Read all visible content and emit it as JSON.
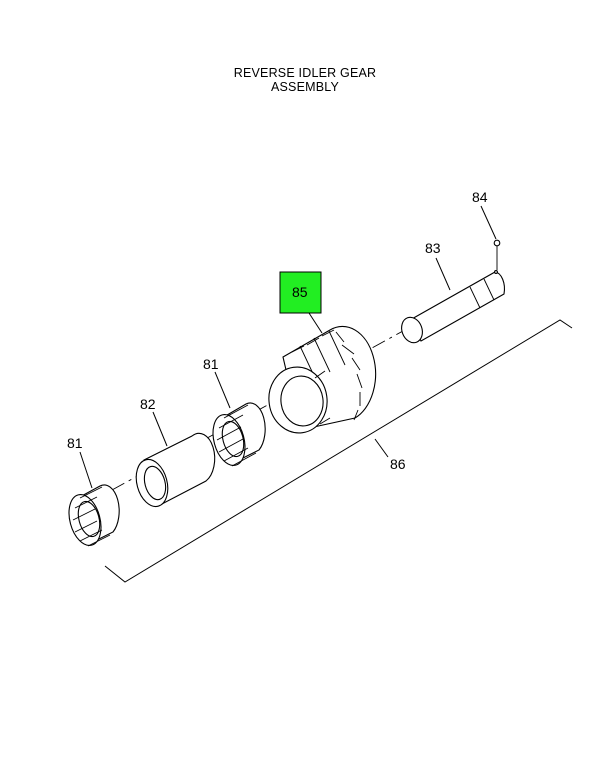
{
  "title": {
    "line1": "REVERSE IDLER GEAR",
    "line2": "ASSEMBLY"
  },
  "callouts": {
    "c81a": "81",
    "c82": "82",
    "c81b": "81",
    "c85": "85",
    "c83": "83",
    "c84": "84",
    "c86": "86"
  },
  "colors": {
    "highlight": "#22ee22",
    "line": "#000000",
    "background": "#ffffff"
  }
}
